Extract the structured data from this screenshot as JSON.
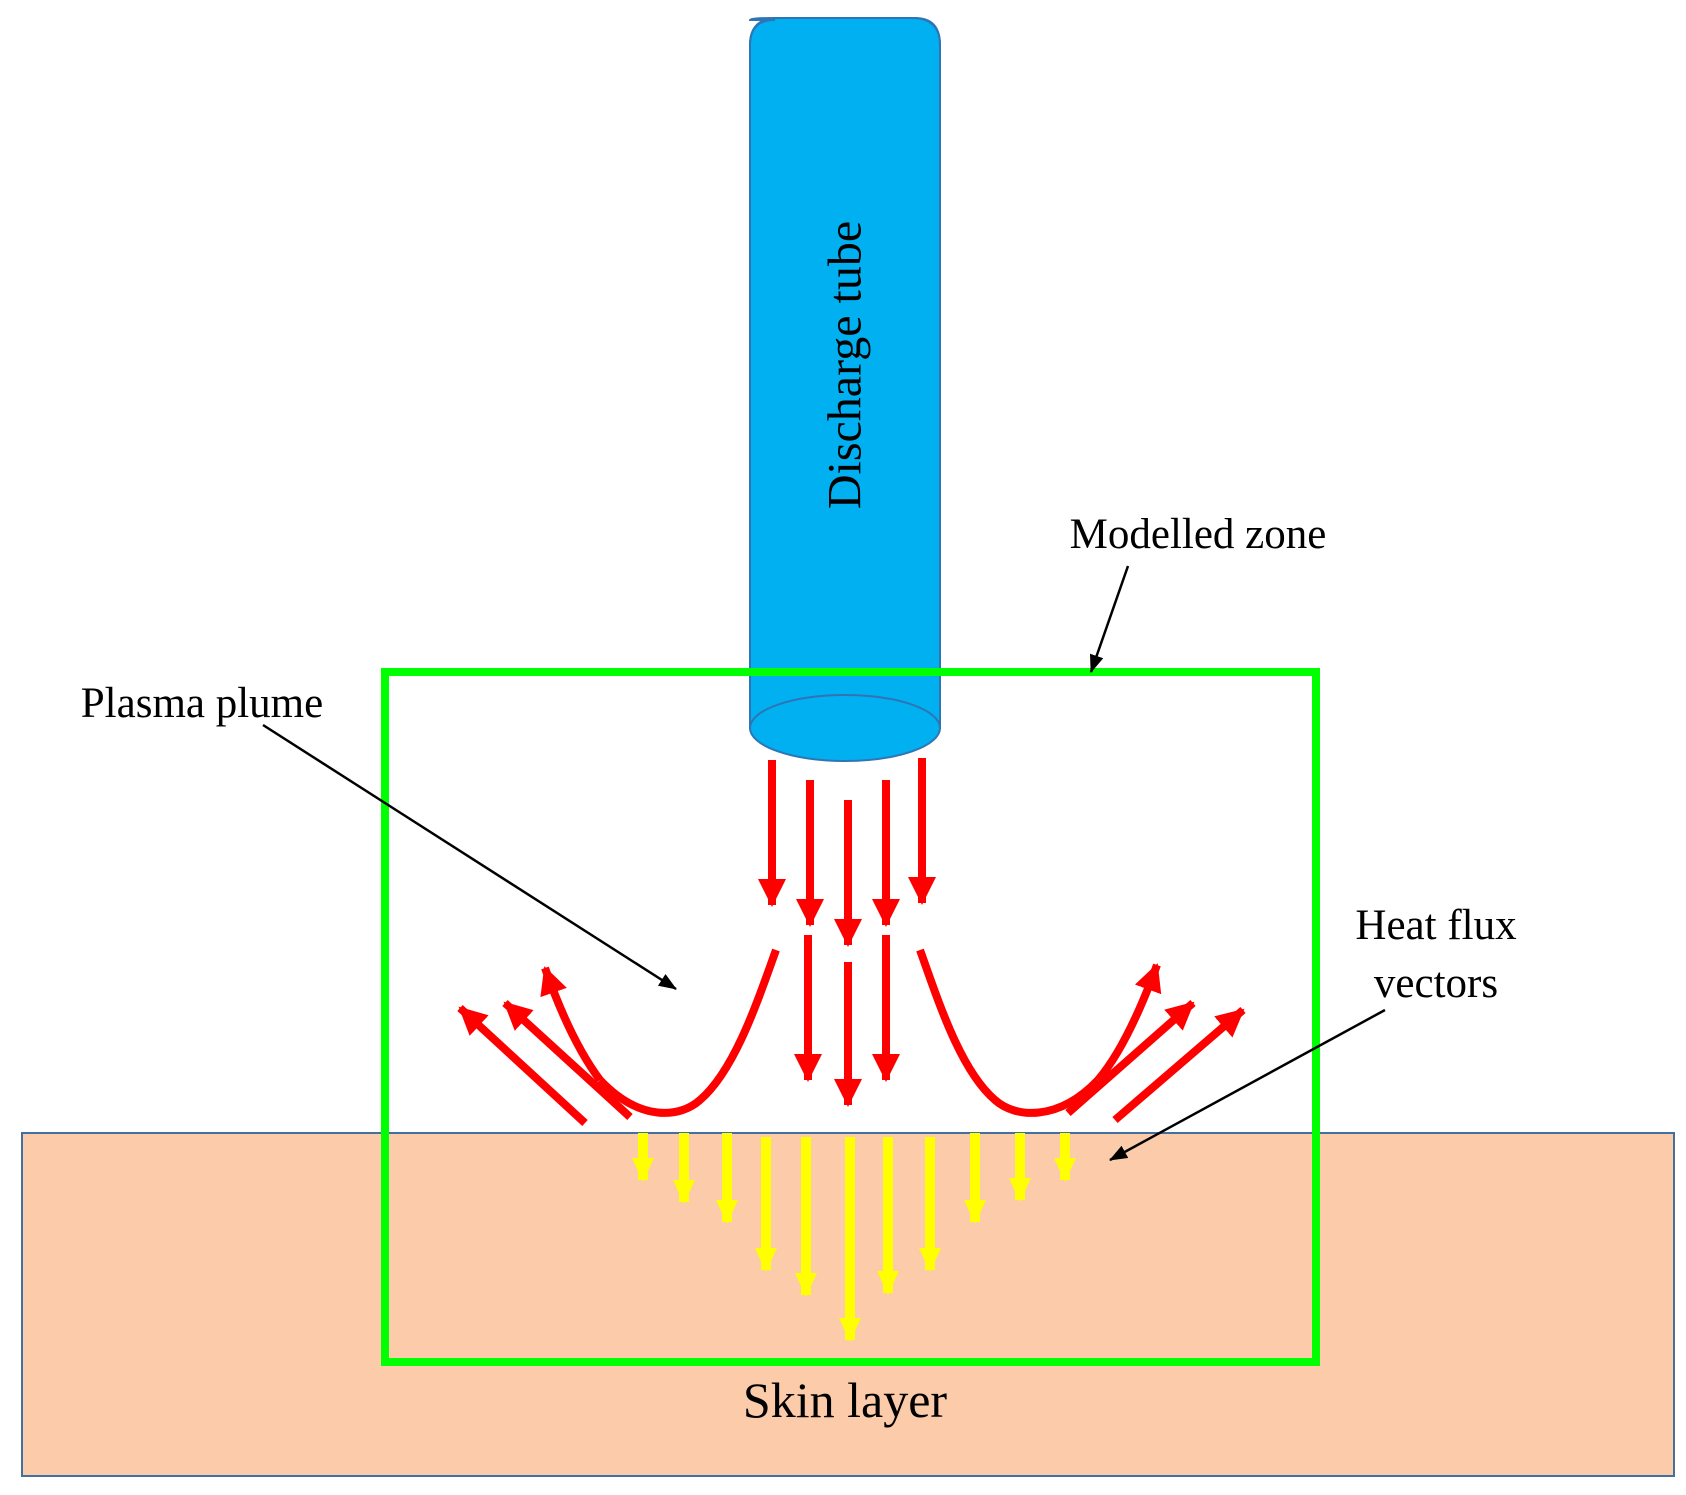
{
  "labels": {
    "discharge_tube": "Discharge tube",
    "modelled_zone": "Modelled zone",
    "plasma_plume": "Plasma plume",
    "heat_flux_line1": "Heat flux",
    "heat_flux_line2": "vectors",
    "skin_layer": "Skin layer"
  },
  "colors": {
    "tube_fill": "#00B0F0",
    "tube_stroke": "#2E75B6",
    "zone_stroke": "#00FF00",
    "skin_fill": "#FBCBAA",
    "skin_stroke": "#41719C",
    "flow_arrow": "#FF0000",
    "flux_arrow": "#FFFF00",
    "leader_line": "#000000"
  },
  "icons": {
    "flow_arrows": "red-arrow-icon",
    "flux_arrows": "yellow-arrow-icon",
    "leader_arrows": "black-arrow-icon"
  }
}
